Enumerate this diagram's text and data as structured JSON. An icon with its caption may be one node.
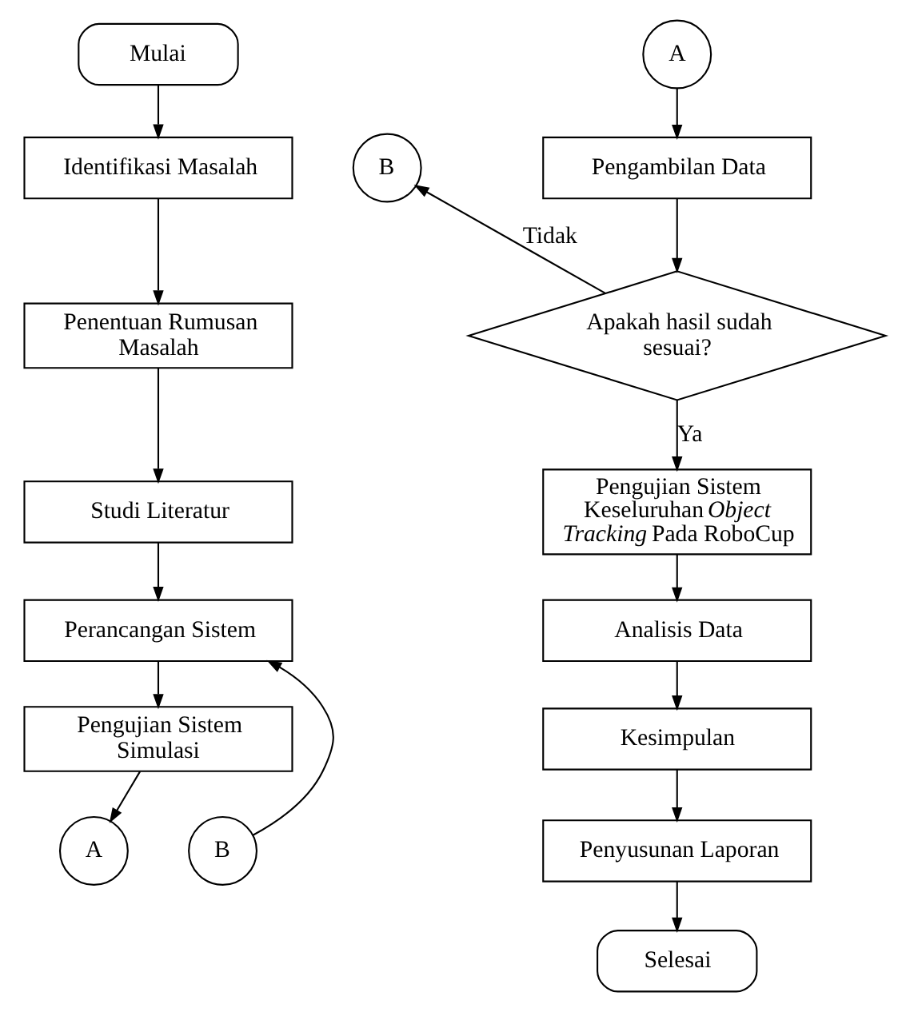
{
  "diagram": {
    "nodes": [
      {
        "text": [
          "Mulai"
        ]
      },
      {
        "text": [
          "Identifikasi Masalah"
        ]
      },
      {
        "text": [
          "Penentuan Rumusan Masalah"
        ]
      },
      {
        "text": [
          "Studi Literatur"
        ]
      },
      {
        "text": [
          "Perancangan Sistem"
        ]
      },
      {
        "text": [
          "Pengujian Sistem Simulasi"
        ]
      },
      {
        "text": [
          "A"
        ]
      },
      {
        "text": [
          "B"
        ]
      },
      {
        "text": [
          "A"
        ]
      },
      {
        "text": [
          "B"
        ]
      },
      {
        "text": [
          "Pengambilan Data"
        ]
      },
      {
        "text": [
          "Apakah hasil sudah sesuai?"
        ]
      },
      {
        "text": [
          "Pengujian Sistem Keseluruhan *Object Tracking* Pada RoboCup"
        ]
      },
      {
        "text": [
          "Analisis Data"
        ]
      },
      {
        "text": [
          "Kesimpulan"
        ]
      },
      {
        "text": [
          "Penyusunan Laporan"
        ]
      },
      {
        "text": [
          "Selesai"
        ]
      }
    ],
    "edges": [
      {
        "from": 0,
        "to": 1,
        "arrow": "to"
      },
      {
        "from": 1,
        "to": 2,
        "arrow": "to"
      },
      {
        "from": 2,
        "to": 3,
        "arrow": "to"
      },
      {
        "from": 3,
        "to": 4,
        "arrow": "to"
      },
      {
        "from": 7,
        "to": 4,
        "arrow": "to"
      },
      {
        "from": 4,
        "to": 5,
        "arrow": "to"
      },
      {
        "from": 5,
        "to": 6,
        "arrow": "to"
      },
      {
        "from": 8,
        "to": 10,
        "arrow": "to"
      },
      {
        "from": 10,
        "to": 11,
        "arrow": "to"
      },
      {
        "from": 11,
        "to": 9,
        "label": "Tidak",
        "arrow": "to"
      },
      {
        "from": 11,
        "to": 12,
        "label": "Ya",
        "arrow": "to"
      },
      {
        "from": 12,
        "to": 13,
        "arrow": "to"
      },
      {
        "from": 13,
        "to": 14,
        "arrow": "to"
      },
      {
        "from": 14,
        "to": 15,
        "arrow": "to"
      },
      {
        "from": 15,
        "to": 16,
        "arrow": "to"
      }
    ]
  }
}
